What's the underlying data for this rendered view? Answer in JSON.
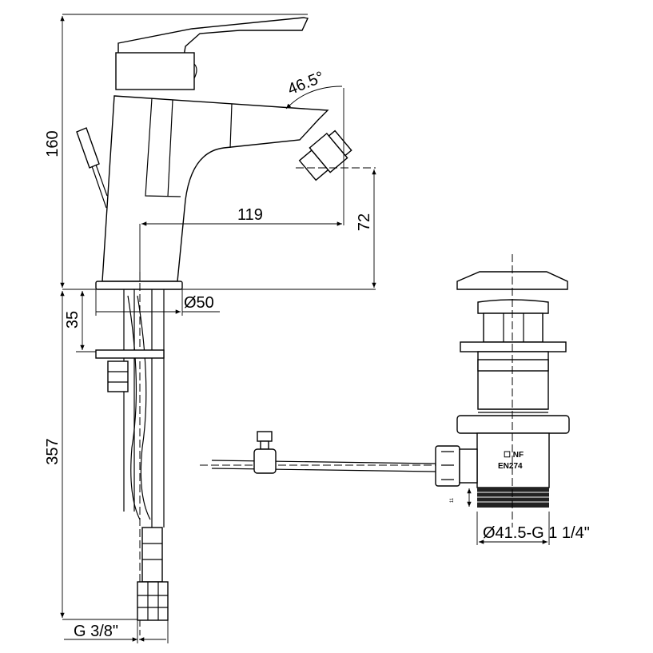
{
  "dimensions": {
    "total_height": "160",
    "spout_angle": "46.5°",
    "spout_reach": "119",
    "spout_height": "72",
    "base_diameter": "Ø50",
    "shank_depth": "35",
    "hose_length": "357",
    "hose_thread": "G 3/8\"",
    "waste_thread": "Ø41.5-G 1 1/4\"",
    "thread_height": "11"
  },
  "markings": {
    "standard": "EN274",
    "logo": "NF"
  }
}
